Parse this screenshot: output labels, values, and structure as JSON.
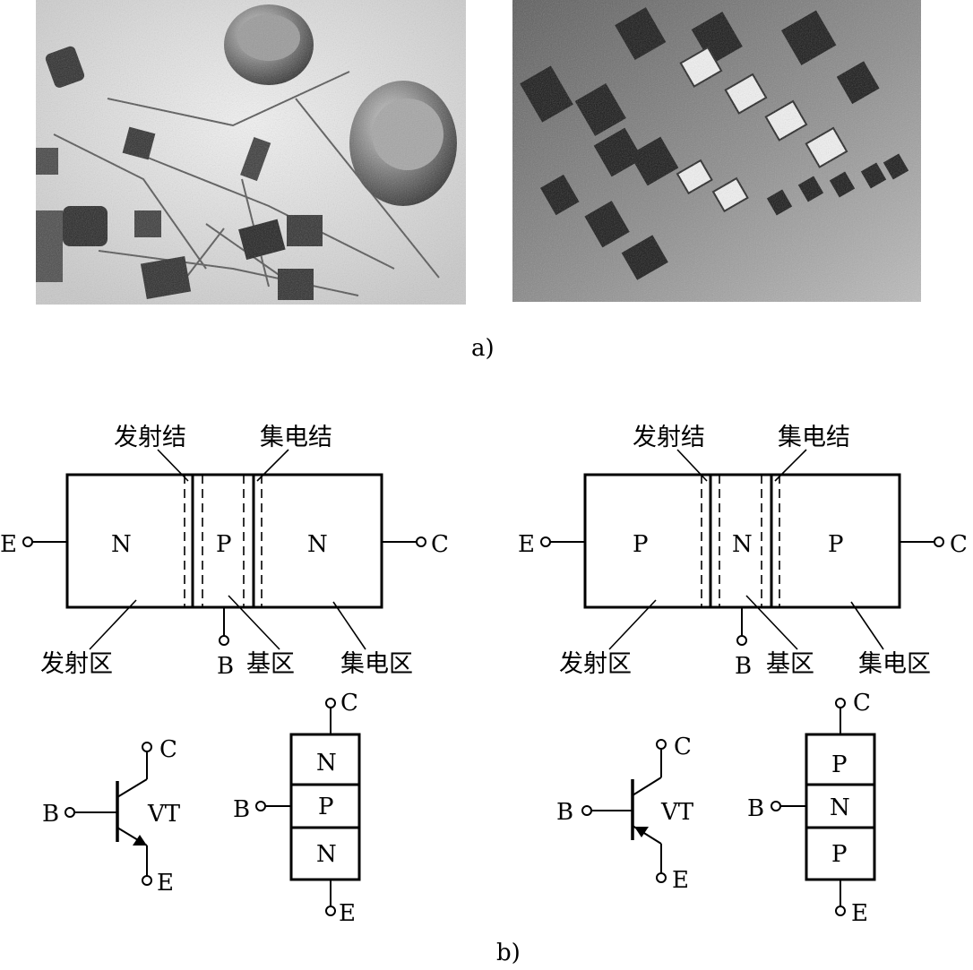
{
  "captions": {
    "a": "a)",
    "b": "b)"
  },
  "npn": {
    "regions": [
      "N",
      "P",
      "N"
    ],
    "junction_labels": {
      "emitter": "发射结",
      "collector": "集电结"
    },
    "region_labels": {
      "emitter": "发射区",
      "base": "基区",
      "collector": "集电区"
    },
    "terminals": {
      "emitter": "E",
      "base": "B",
      "collector": "C"
    },
    "symbol": {
      "label": "VT",
      "b": "B",
      "c": "C",
      "e": "E"
    },
    "stack": {
      "layers": [
        "N",
        "P",
        "N"
      ],
      "b": "B",
      "c": "C",
      "e": "E"
    }
  },
  "pnp": {
    "regions": [
      "P",
      "N",
      "P"
    ],
    "junction_labels": {
      "emitter": "发射结",
      "collector": "集电结"
    },
    "region_labels": {
      "emitter": "发射区",
      "base": "基区",
      "collector": "集电区"
    },
    "terminals": {
      "emitter": "E",
      "base": "B",
      "collector": "C"
    },
    "symbol": {
      "label": "VT",
      "b": "B",
      "c": "C",
      "e": "E"
    },
    "stack": {
      "layers": [
        "P",
        "N",
        "P"
      ],
      "b": "B",
      "c": "C",
      "e": "E"
    }
  }
}
